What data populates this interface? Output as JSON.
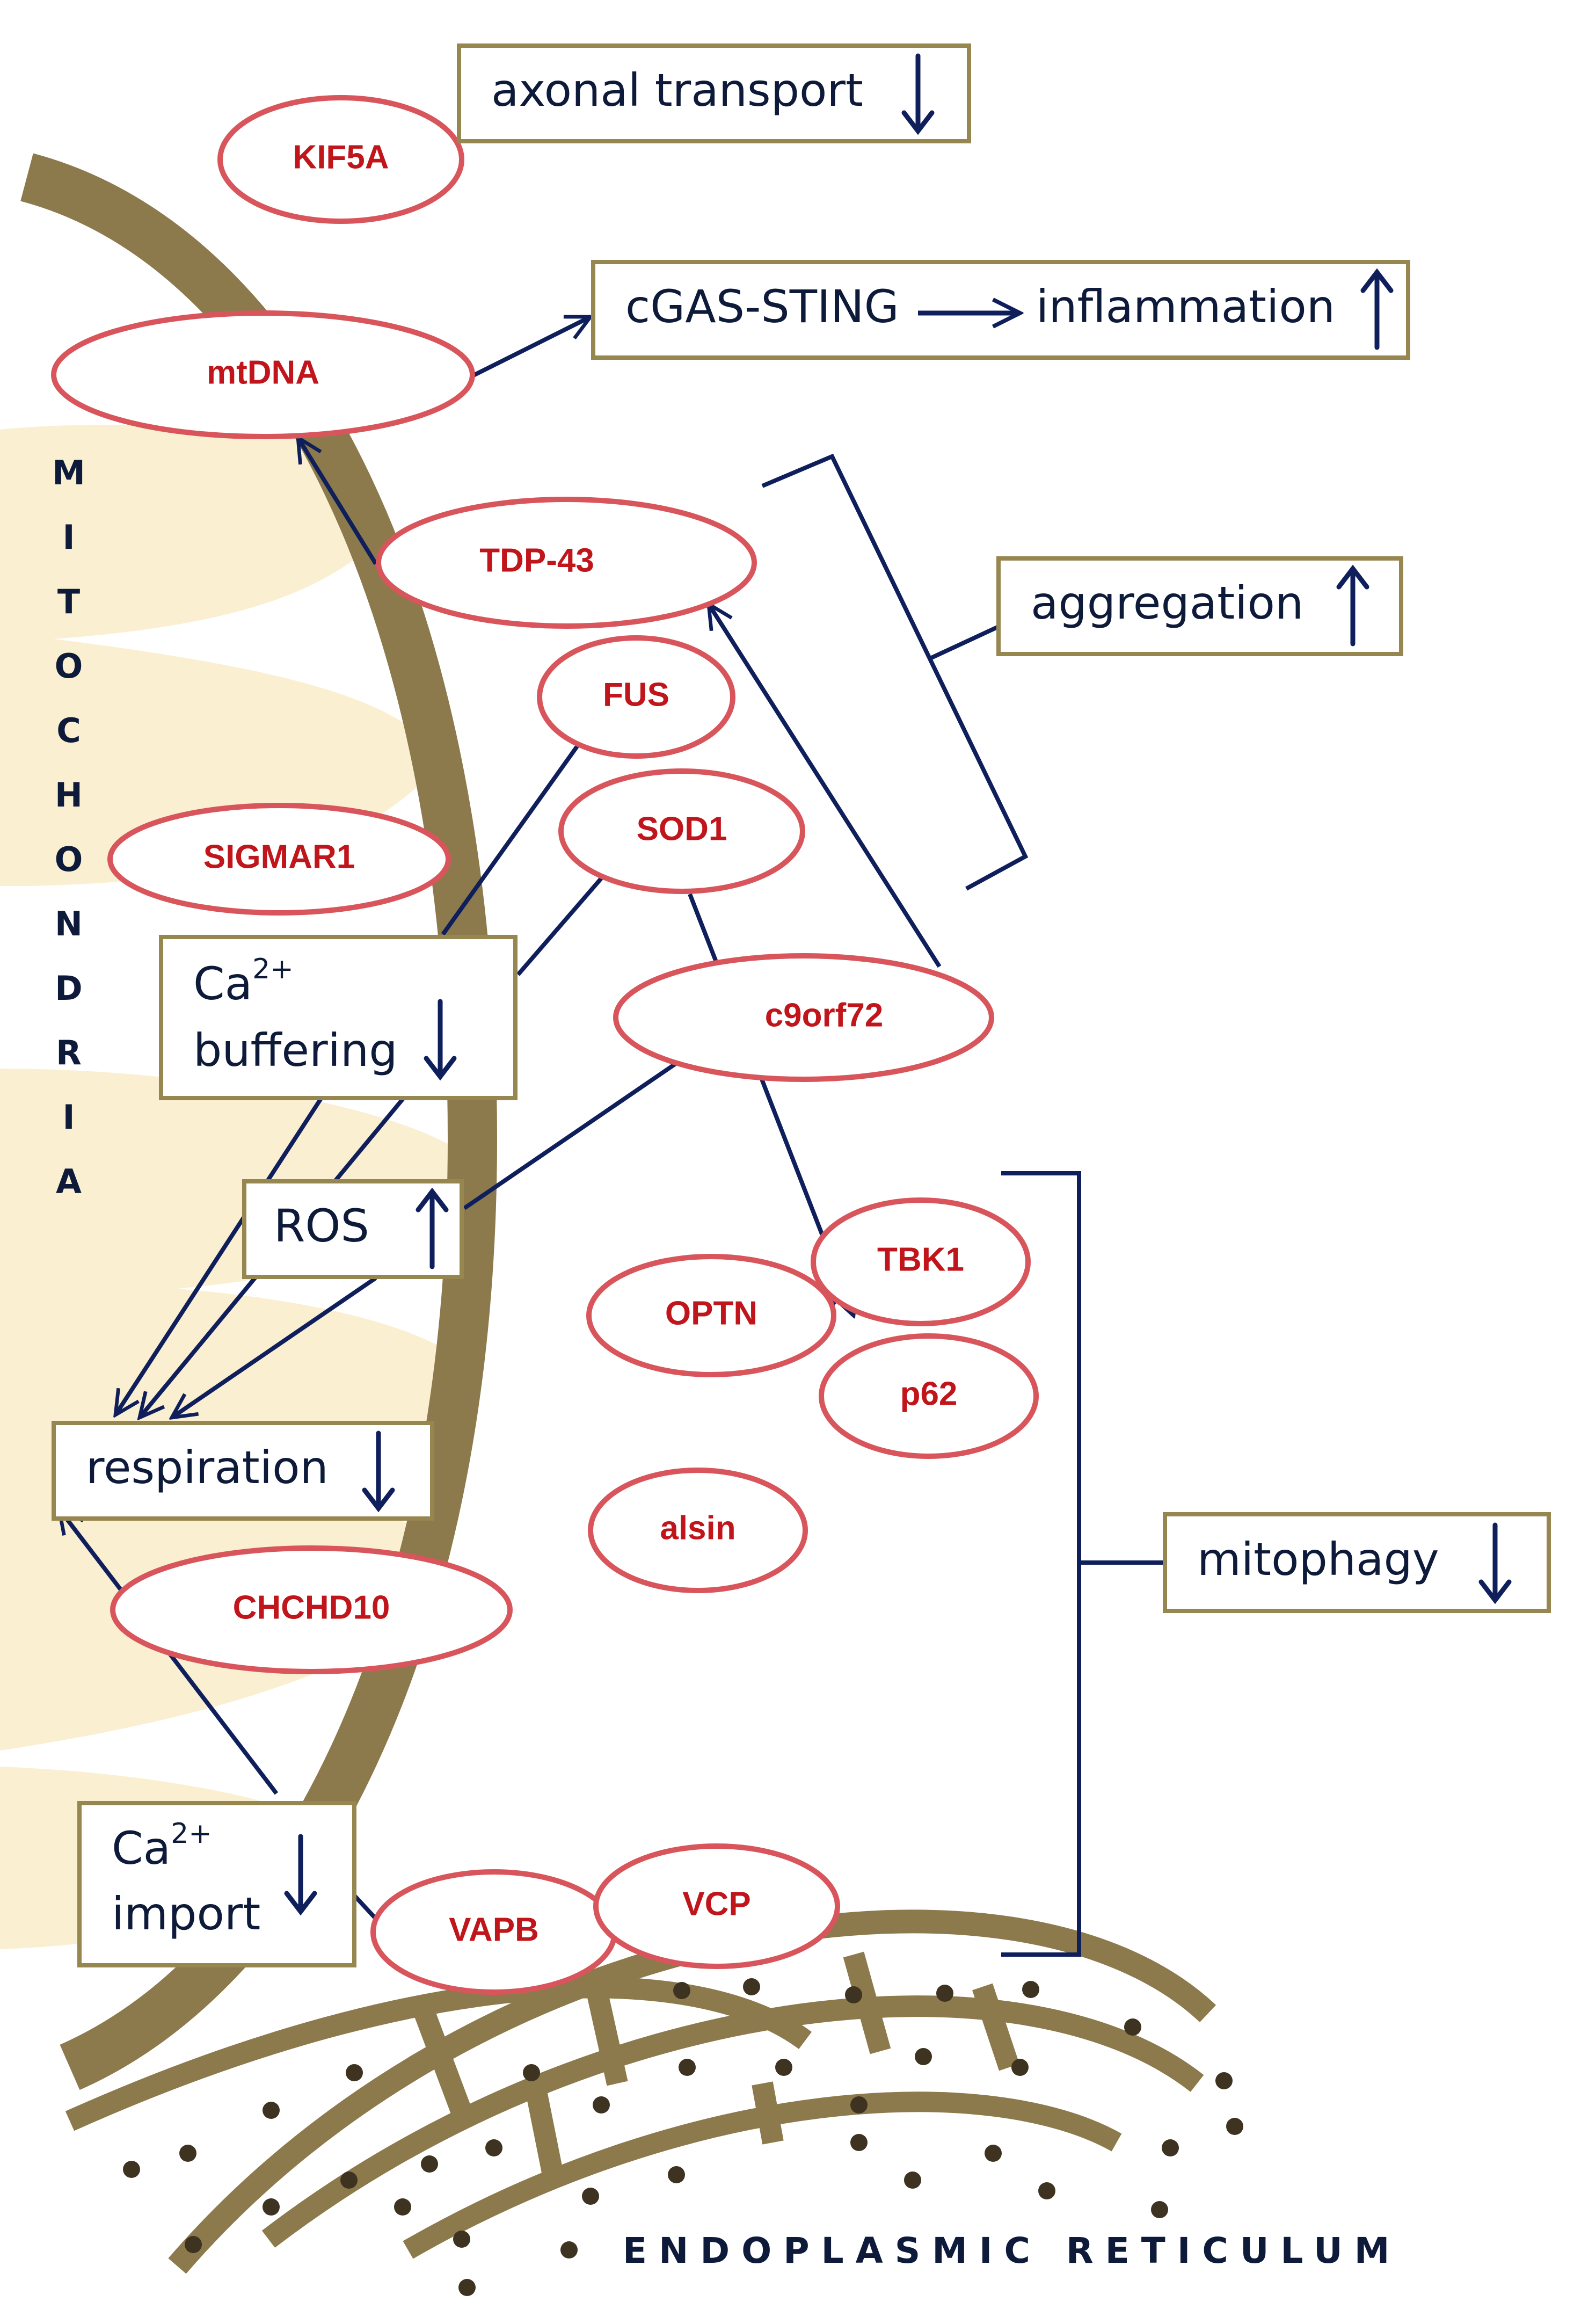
{
  "colors": {
    "membrane": "#8c7a4c",
    "cristae": "#fbefd2",
    "oval_stroke": "#d9555c",
    "oval_text": "#c0151b",
    "box_stroke": "#968650",
    "arrow": "#0f1f5c",
    "text": "#0d1a3a",
    "er_dot": "#3d3320"
  },
  "compartments": {
    "mitochondria_letters": [
      "M",
      "I",
      "T",
      "O",
      "C",
      "H",
      "O",
      "N",
      "D",
      "R",
      "I",
      "A"
    ],
    "er_label": "ENDOPLASMIC RETICULUM"
  },
  "proteins": {
    "kif5a": "KIF5A",
    "mtdna": "mtDNA",
    "tdp43": "TDP-43",
    "fus": "FUS",
    "sod1": "SOD1",
    "sigmar1": "SIGMAR1",
    "c9orf72": "c9orf72",
    "tbk1": "TBK1",
    "optn": "OPTN",
    "p62": "p62",
    "alsin": "alsin",
    "chchd10": "CHCHD10",
    "vapb": "VAPB",
    "vcp": "VCP"
  },
  "effects": {
    "axonal_transport": {
      "label": "axonal transport",
      "direction": "down"
    },
    "cgas_sting": {
      "label": "cGAS-STING",
      "result": "inflammation",
      "direction": "up"
    },
    "aggregation": {
      "label": "aggregation",
      "direction": "up"
    },
    "ca_buffering": {
      "ion": "Ca",
      "charge": "2+",
      "label": "buffering",
      "direction": "down"
    },
    "ros": {
      "label": "ROS",
      "direction": "up"
    },
    "respiration": {
      "label": "respiration",
      "direction": "down"
    },
    "mitophagy": {
      "label": "mitophagy",
      "direction": "down"
    },
    "ca_import": {
      "ion": "Ca",
      "charge": "2+",
      "label": "import",
      "direction": "down"
    }
  }
}
